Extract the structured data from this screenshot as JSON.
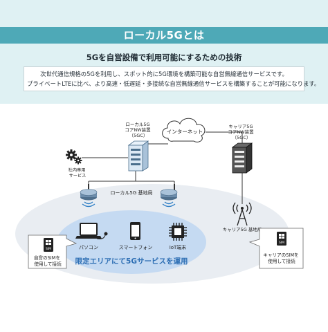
{
  "header": {
    "title": "ローカル5Gとは",
    "subtitle": "5Gを自営設備で利用可能にするための技術",
    "description": [
      "次世代通信規格の5Gを利用し、スポット的に5G環境を構築可能な自営無線通信サービスです。",
      "プライベートLTEに比べ、より高速・低遅延・多接続な自営無線通信サービスを構築することが可能になります。"
    ]
  },
  "diagram": {
    "internet": "インターネット",
    "local_core": [
      "ローカル5G",
      "コアNW装置",
      "（5GC）"
    ],
    "carrier_core": [
      "キャリア5G",
      "コアNW装置",
      "（5GC）"
    ],
    "internal_service": [
      "社内専用",
      "サービス"
    ],
    "local_base_station": "ローカル5G 基地局",
    "carrier_base_station": "キャリア5G 基地局",
    "devices": {
      "pc": "パソコン",
      "smartphone": "スマートフォン",
      "iot": "IoT端末"
    },
    "area_caption": "限定エリアにて5Gサービスを運用",
    "own_sim_callout": [
      "自営のSIMを",
      "使用して接続"
    ],
    "carrier_sim_callout": [
      "キャリアのSIMを",
      "使用して接続"
    ],
    "sim_label": "SIM"
  },
  "colors": {
    "title_bar": "#4ea9b7",
    "band": "#dff1f3",
    "area_outer": "#e9edf2",
    "area_inner": "#c5daf2",
    "area_caption": "#2e6fb4",
    "signal": "#2f7fc5"
  }
}
